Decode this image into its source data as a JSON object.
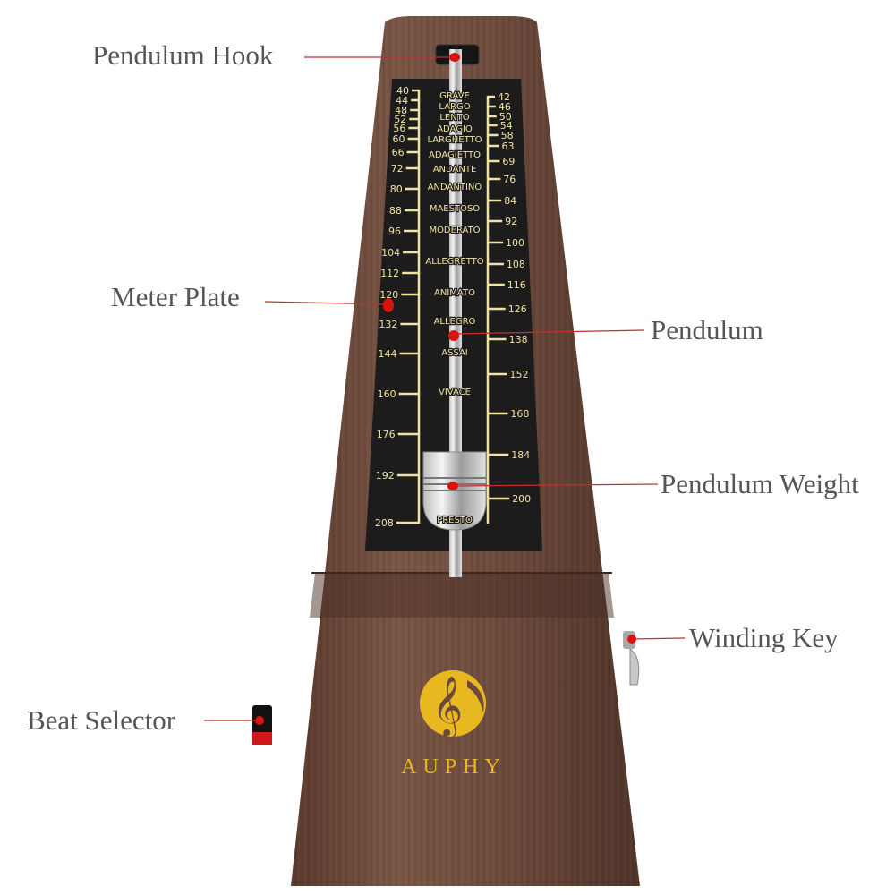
{
  "callouts": {
    "pendulum_hook": "Pendulum Hook",
    "meter_plate": "Meter Plate",
    "pendulum": "Pendulum",
    "pendulum_weight": "Pendulum Weight",
    "winding_key": "Winding Key",
    "beat_selector": "Beat Selector"
  },
  "brand": {
    "name": "AUPHY",
    "logo_icon": "treble-clef-icon",
    "gold": "#e8b820"
  },
  "scale": {
    "left_ticks": [
      "40",
      "44",
      "48",
      "52",
      "56",
      "60",
      "66",
      "72",
      "80",
      "88",
      "96",
      "104",
      "112",
      "120",
      "132",
      "144",
      "160",
      "176",
      "192",
      "208"
    ],
    "right_ticks": [
      "42",
      "46",
      "50",
      "54",
      "58",
      "63",
      "69",
      "76",
      "84",
      "92",
      "100",
      "108",
      "116",
      "126",
      "138",
      "152",
      "168",
      "184",
      "200"
    ],
    "tempo_names": [
      "GRAVE",
      "LARGO",
      "LENTO",
      "ADAGIO",
      "LARGHETTO",
      "ADAGIETTO",
      "ANDANTE",
      "ANDANTINO",
      "MAESTOSO",
      "MODERATO",
      "ALLEGRETTO",
      "ANIMATO",
      "ALLEGRO",
      "ASSAI",
      "VIVACE",
      "PRESTO"
    ]
  },
  "colors": {
    "wood": "#6b4a3c",
    "plate": "#1c1c1c",
    "scale": "#f0e2a0",
    "marker": "#d9140e"
  }
}
